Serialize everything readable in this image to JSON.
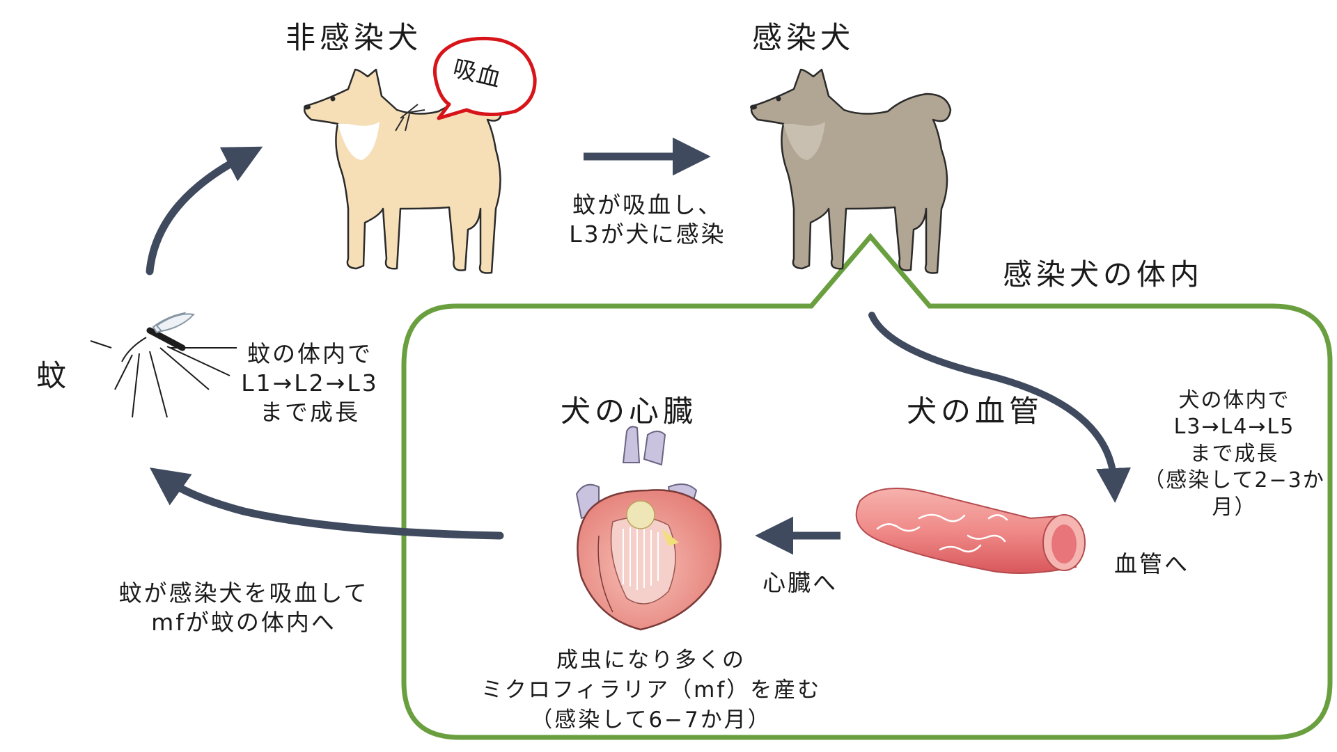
{
  "labels": {
    "uninfected_dog": "非感染犬",
    "bite_bubble": "吸血",
    "infected_dog": "感染犬",
    "infected_body_title": "感染犬の体内",
    "mosquito": "蚊",
    "dog_heart": "犬の心臓",
    "dog_vessel": "犬の血管"
  },
  "steps": {
    "bite_infect": [
      "蚊が吸血し、",
      "L3が犬に感染"
    ],
    "mosquito_growth": [
      "蚊の体内で",
      "L1→L2→L3",
      "まで成長"
    ],
    "dog_growth": [
      "犬の体内で",
      "L3→L4→L5",
      "まで成長",
      "（感染して2−3か",
      "月）"
    ],
    "to_vessel": "血管へ",
    "to_heart": "心臓へ",
    "adult_worm": [
      "成虫になり多くの",
      "ミクロフィラリア（mf）を産む",
      "（感染して6−7か月）"
    ],
    "mf_to_mosquito": [
      "蚊が感染犬を吸血して",
      "mfが蚊の体内へ"
    ]
  },
  "colors": {
    "arrow": "#3f4a5e",
    "box_border": "#6a9f3f",
    "bubble_border": "#d7141a",
    "uninfected_dog_fur": "#f6dfb7",
    "infected_dog_fur": "#b1a593",
    "vessel": "#ef8f8f",
    "heart": "#ee9c94",
    "heart_vessels": "#c9c3df"
  },
  "icons": [
    "shiba-dog-healthy-illustration",
    "shiba-dog-infected-illustration",
    "mosquito-illustration",
    "dog-heart-illustration",
    "blood-vessel-illustration",
    "speech-bubble"
  ]
}
